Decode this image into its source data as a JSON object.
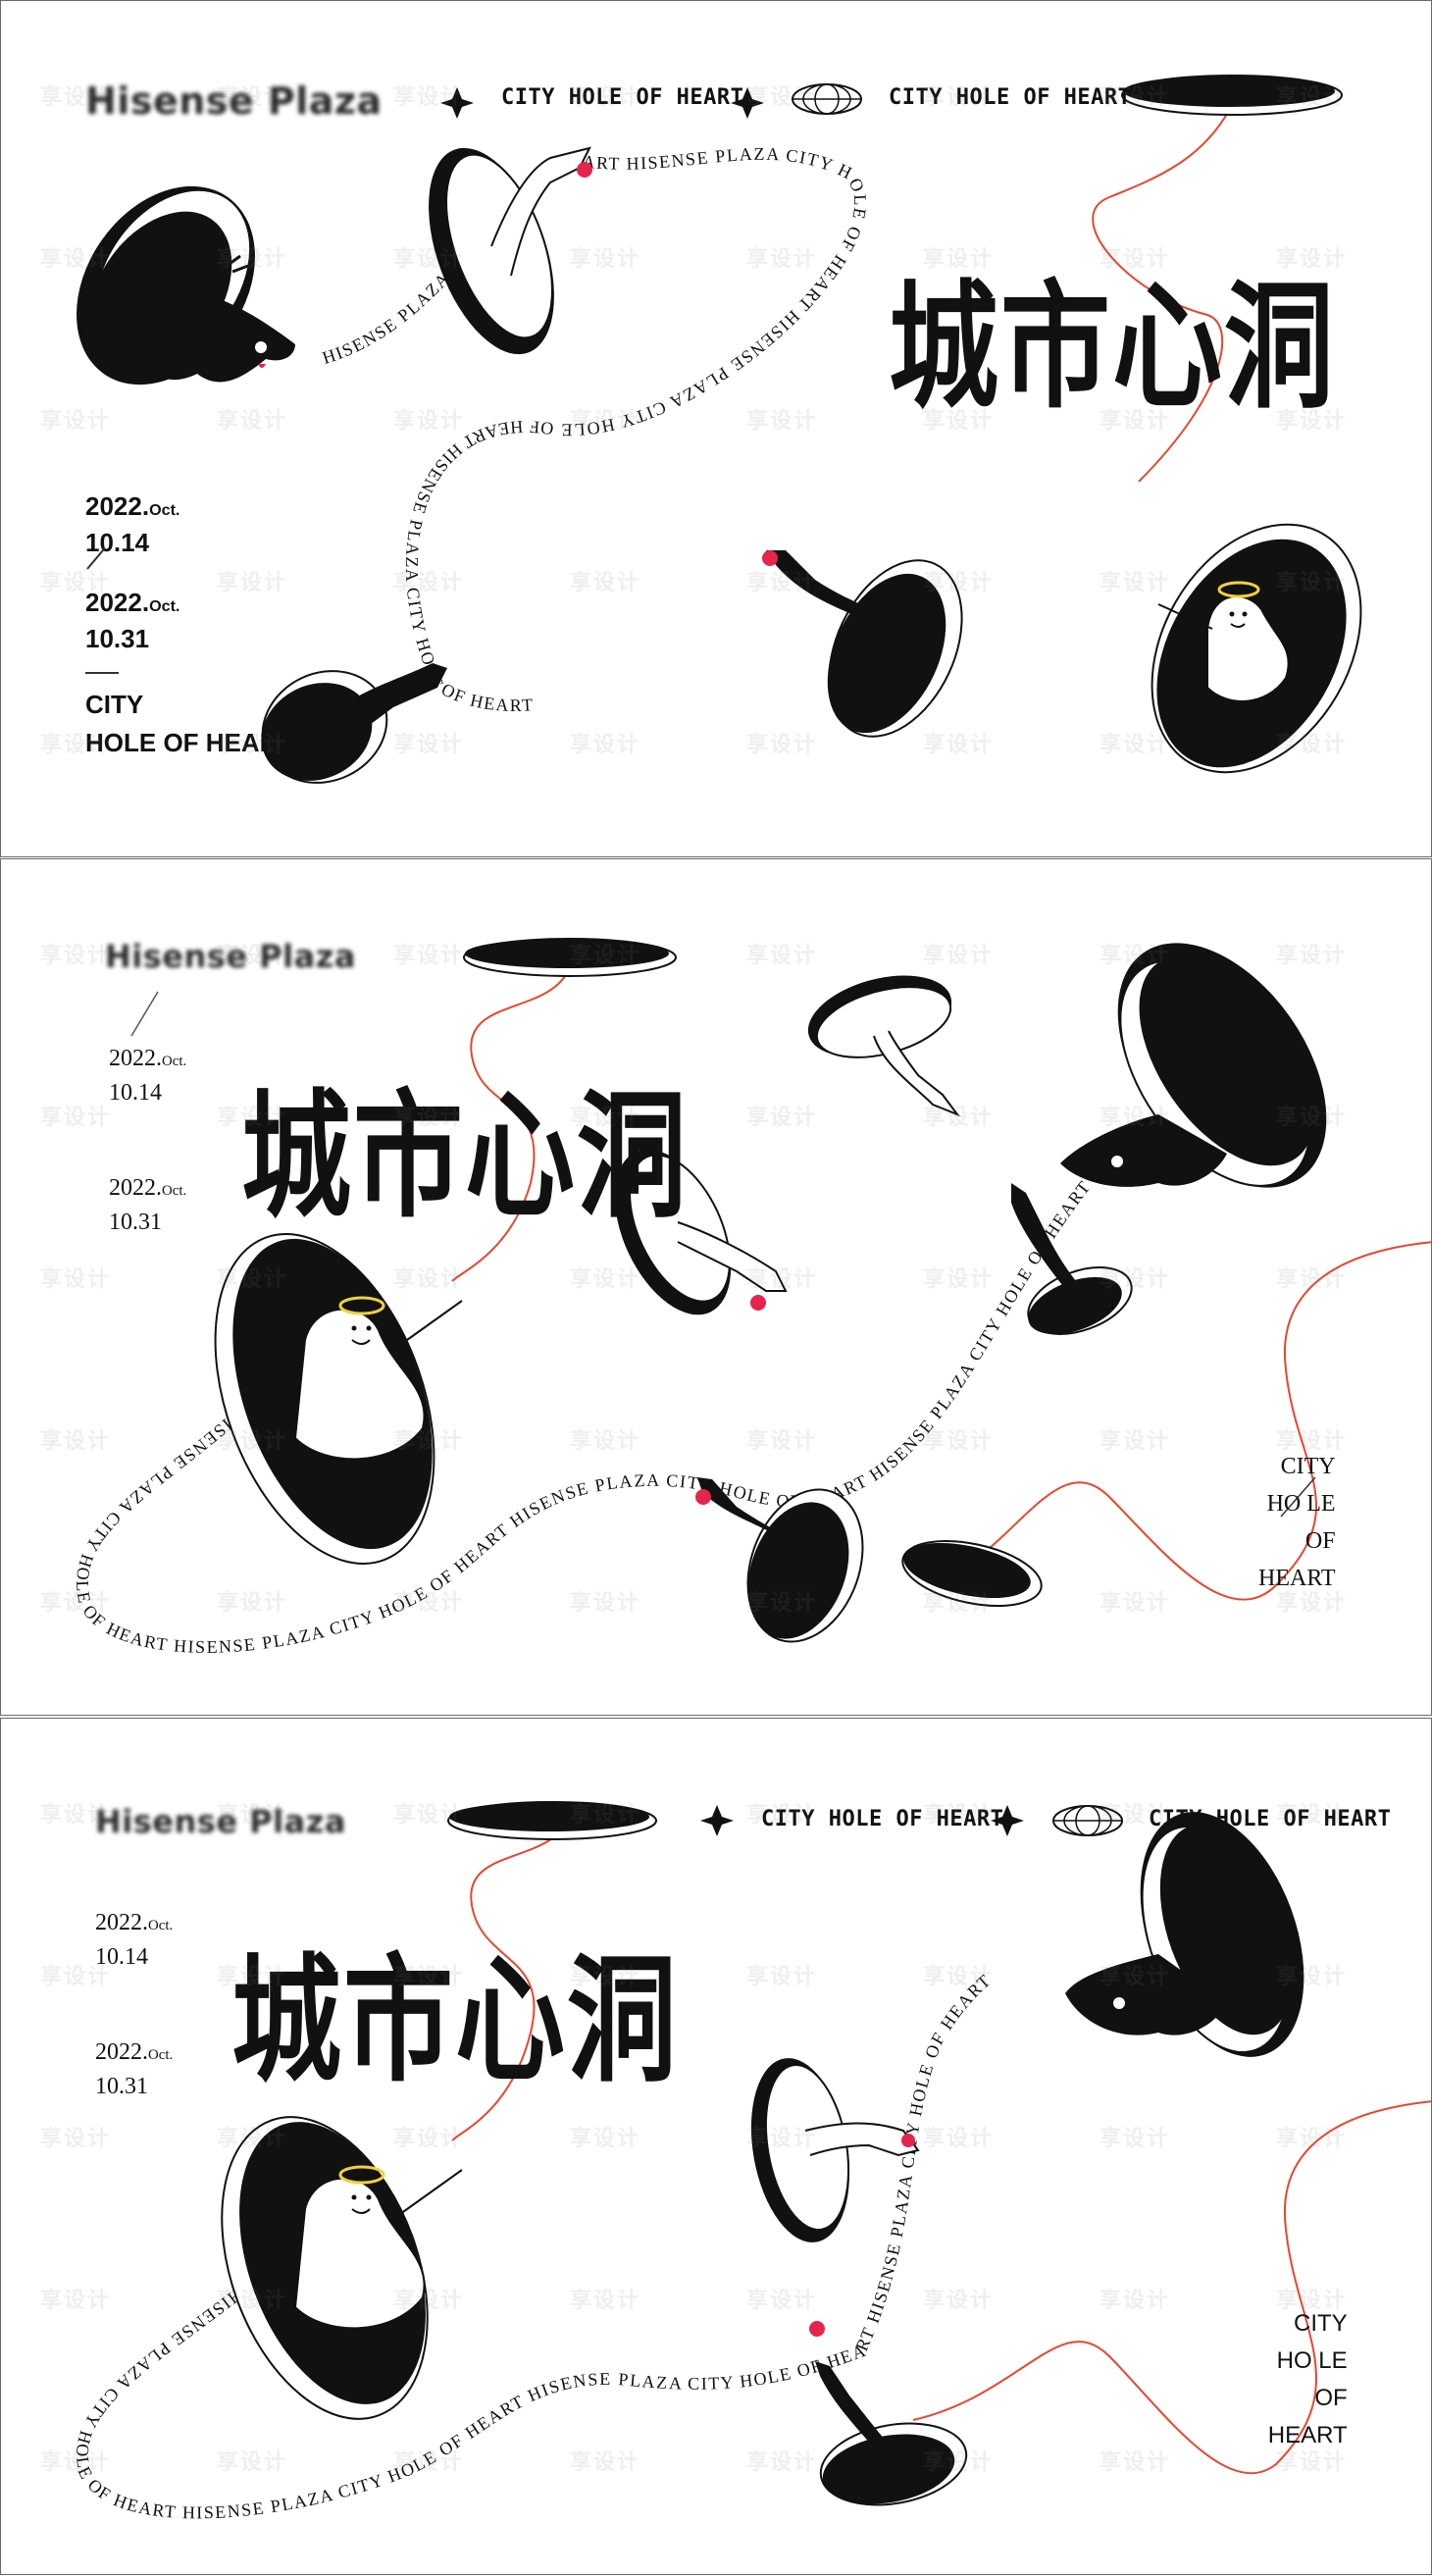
{
  "brand": {
    "name": "Hisense Plaza"
  },
  "header": {
    "tagline": "CITY HOLE OF HEART"
  },
  "title_cn": "城市心洞",
  "event": {
    "year_month": "2022.",
    "month_abbr": "Oct.",
    "start_day": "10.14",
    "end_day": "10.31"
  },
  "theme_lines": [
    "CITY",
    "HOLE OF HEART"
  ],
  "theme_stack": [
    "CITY",
    "HO LE",
    "OF",
    "HEART"
  ],
  "curve_text": {
    "repeat": "HISENSE PLAZA CITY HOLE OF HEART"
  },
  "watermark": "享设计",
  "icons": [
    "sparkle-icon",
    "globe-icon",
    "angel-character-icon",
    "cat-character-icon",
    "hand-icon",
    "hole-icon"
  ],
  "colors": {
    "ink": "#111111",
    "thread": "#e8452f",
    "heart": "#e6254e",
    "halo": "#f0d23a",
    "paper": "#ffffff"
  }
}
